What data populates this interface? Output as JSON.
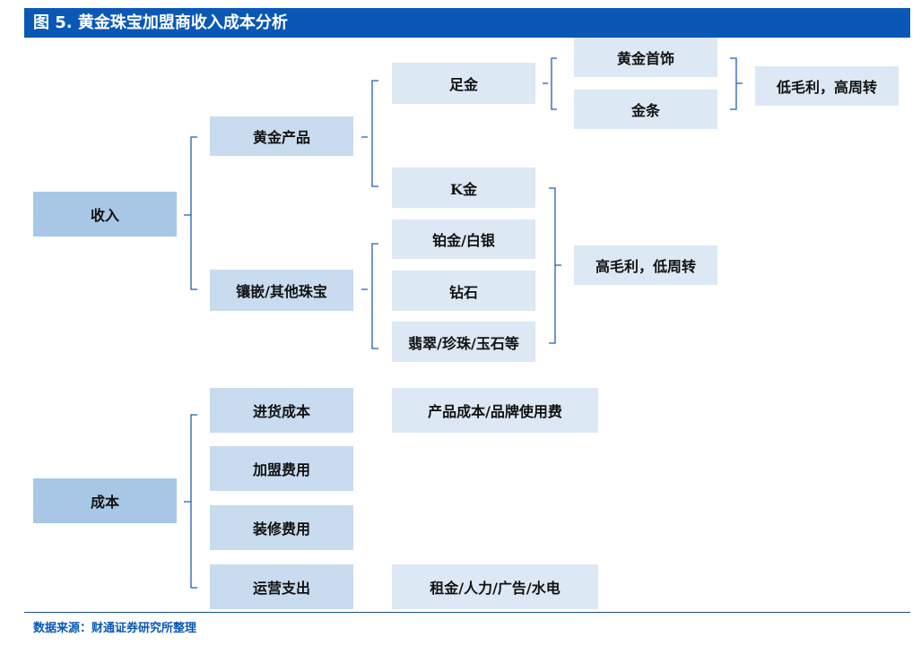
{
  "header": {
    "title": "图 5. 黄金珠宝加盟商收入成本分析"
  },
  "diagram": {
    "revenue": {
      "label": "收入",
      "gold_products": {
        "label": "黄金产品",
        "pure_gold": {
          "label": "足金",
          "items": [
            "黄金首饰",
            "金条"
          ],
          "note": "低毛利，高周转"
        },
        "k_gold": "K金"
      },
      "inlaid": {
        "label": "镶嵌/其他珠宝",
        "items": [
          "铂金/白银",
          "钻石",
          "翡翠/珍珠/玉石等"
        ]
      },
      "high_margin_note": "高毛利，低周转"
    },
    "cost": {
      "label": "成本",
      "items": [
        {
          "label": "进货成本",
          "detail": "产品成本/品牌使用费"
        },
        {
          "label": "加盟费用",
          "detail": ""
        },
        {
          "label": "装修费用",
          "detail": ""
        },
        {
          "label": "运营支出",
          "detail": "租金/人力/广告/水电"
        }
      ]
    },
    "line_color": "#1f5fae"
  },
  "footer": {
    "source": "数据来源：财通证券研究所整理"
  }
}
